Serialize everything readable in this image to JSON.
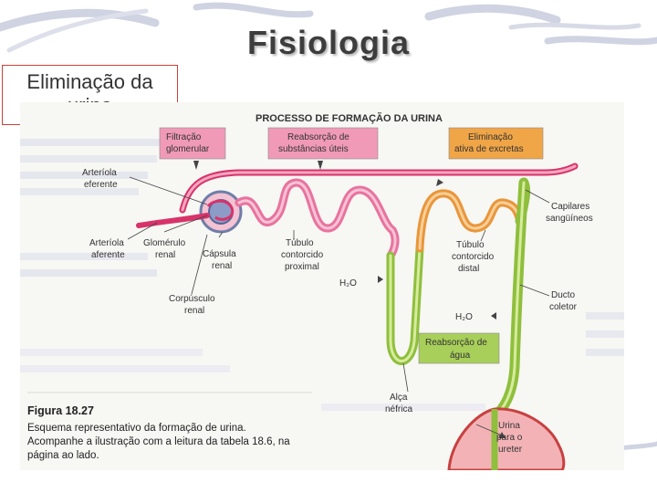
{
  "slide": {
    "title": "Fisiologia",
    "subtitle_line1": "Eliminação da",
    "subtitle_line2": "urina"
  },
  "figure": {
    "heading": "PROCESSO DE FORMAÇÃO DA URINA",
    "boxes": {
      "filtracao_1": "Filtração",
      "filtracao_2": "glomerular",
      "reabsorcao_uteis_1": "Reabsorção de",
      "reabsorcao_uteis_2": "substâncias úteis",
      "eliminacao_1": "Eliminação",
      "eliminacao_2": "ativa de excretas",
      "reabsorcao_agua_1": "Reabsorção de",
      "reabsorcao_agua_2": "água"
    },
    "labels": {
      "arteriola_eferente_1": "Arteríola",
      "arteriola_eferente_2": "eferente",
      "arteriola_aferente_1": "Arteríola",
      "arteriola_aferente_2": "aferente",
      "glomerulo_1": "Glomérulo",
      "glomerulo_2": "renal",
      "capsula_1": "Cápsula",
      "capsula_2": "renal",
      "corpusculo_1": "Corpúsculo",
      "corpusculo_2": "renal",
      "tubulo_proximal_1": "Túbulo",
      "tubulo_proximal_2": "contorcido",
      "tubulo_proximal_3": "proximal",
      "tubulo_distal_1": "Túbulo",
      "tubulo_distal_2": "contorcido",
      "tubulo_distal_3": "distal",
      "capilares_1": "Capilares",
      "capilares_2": "sangüíneos",
      "ducto_1": "Ducto",
      "ducto_2": "coletor",
      "h2o_1": "H₂O",
      "h2o_2": "H₂O",
      "alca_1": "Alça",
      "alca_2": "néfrica",
      "urina_1": "Urina",
      "urina_2": "para o",
      "urina_3": "ureter"
    },
    "caption": {
      "label": "Figura 18.27",
      "line1": "Esquema representativo da formação de urina.",
      "line2": "Acompanhe a ilustração com a leitura da tabela 18.6, na",
      "line3": "página ao lado."
    }
  },
  "colors": {
    "pink_box": "#f09ab8",
    "orange_box": "#f0a547",
    "green_box": "#a8cf5a",
    "tubule_pink": "#e8739e",
    "tubule_orange": "#e9963a",
    "tubule_green": "#8fbf3c",
    "title_text": "#3d3d3d",
    "subtitle_border": "#c9423a"
  }
}
